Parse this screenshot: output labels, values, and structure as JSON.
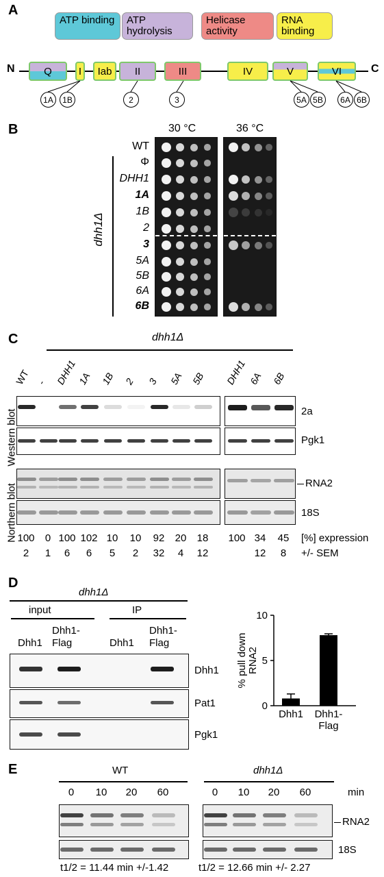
{
  "panelA": {
    "letter": "A",
    "legend": [
      {
        "label": "ATP binding",
        "color": "#5ec8d8"
      },
      {
        "label": "ATP hydrolysis",
        "color": "#c7b3da"
      },
      {
        "label": "Helicase activity",
        "color": "#ee8a86"
      },
      {
        "label": "RNA binding",
        "color": "#f7ee4a"
      }
    ],
    "n_term": "N",
    "c_term": "C",
    "domains": [
      "Q",
      "I",
      "Iab",
      "II",
      "III",
      "IV",
      "V",
      "VI"
    ],
    "motifs": [
      "1A",
      "1B",
      "2",
      "3",
      "5A",
      "5B",
      "6A",
      "6B"
    ]
  },
  "panelB": {
    "letter": "B",
    "temp1": "30 °C",
    "temp2": "36 °C",
    "strains": [
      "WT",
      "Φ",
      "DHH1",
      "1A",
      "1B",
      "2",
      "3",
      "5A",
      "5B",
      "6A",
      "6B"
    ],
    "bracket_label": "dhh1Δ"
  },
  "panelC": {
    "letter": "C",
    "header": "dhh1Δ",
    "lanes_left": [
      "WT",
      "-",
      "DHH1",
      "1A",
      "1B",
      "2",
      "3",
      "5A",
      "5B"
    ],
    "lanes_right": [
      "DHH1",
      "6A",
      "6B"
    ],
    "side_western": "Western blot",
    "side_northern": "Northern blot",
    "band_labels": [
      "2a",
      "Pgk1",
      "RNA2",
      "18S"
    ],
    "expression": [
      "100",
      "0",
      "100",
      "102",
      "10",
      "10",
      "92",
      "20",
      "18",
      "100",
      "34",
      "45"
    ],
    "sem": [
      "2",
      "1",
      "6",
      "6",
      "5",
      "2",
      "32",
      "4",
      "12",
      "",
      "12",
      "8"
    ],
    "expression_label": "[%] expression",
    "sem_label": "+/- SEM"
  },
  "panelD": {
    "letter": "D",
    "header": "dhh1Δ",
    "input_label": "input",
    "ip_label": "IP",
    "lanes": [
      "Dhh1",
      "Dhh1-\nFlag",
      "Dhh1",
      "Dhh1-\nFlag"
    ],
    "band_labels": [
      "Dhh1",
      "Pat1",
      "Pgk1"
    ]
  },
  "chart_data": {
    "type": "bar",
    "categories": [
      "Dhh1",
      "Dhh1-\nFlag"
    ],
    "values": [
      0.8,
      7.8
    ],
    "errors": [
      0.5,
      0.15
    ],
    "ylabel": "% pull down RNA2",
    "ylim": [
      0,
      10
    ],
    "yticks": [
      "0",
      "5",
      "10"
    ],
    "bar_color": "#000000"
  },
  "panelE": {
    "letter": "E",
    "wt_label": "WT",
    "mut_label": "dhh1Δ",
    "times": [
      "0",
      "10",
      "20",
      "60"
    ],
    "min_label": "min",
    "band_labels": [
      "RNA2",
      "18S"
    ],
    "half_life_wt": "t1/2 = 11.44 min +/-1.42",
    "half_life_mut": "t1/2 = 12.66 min +/- 2.27"
  }
}
